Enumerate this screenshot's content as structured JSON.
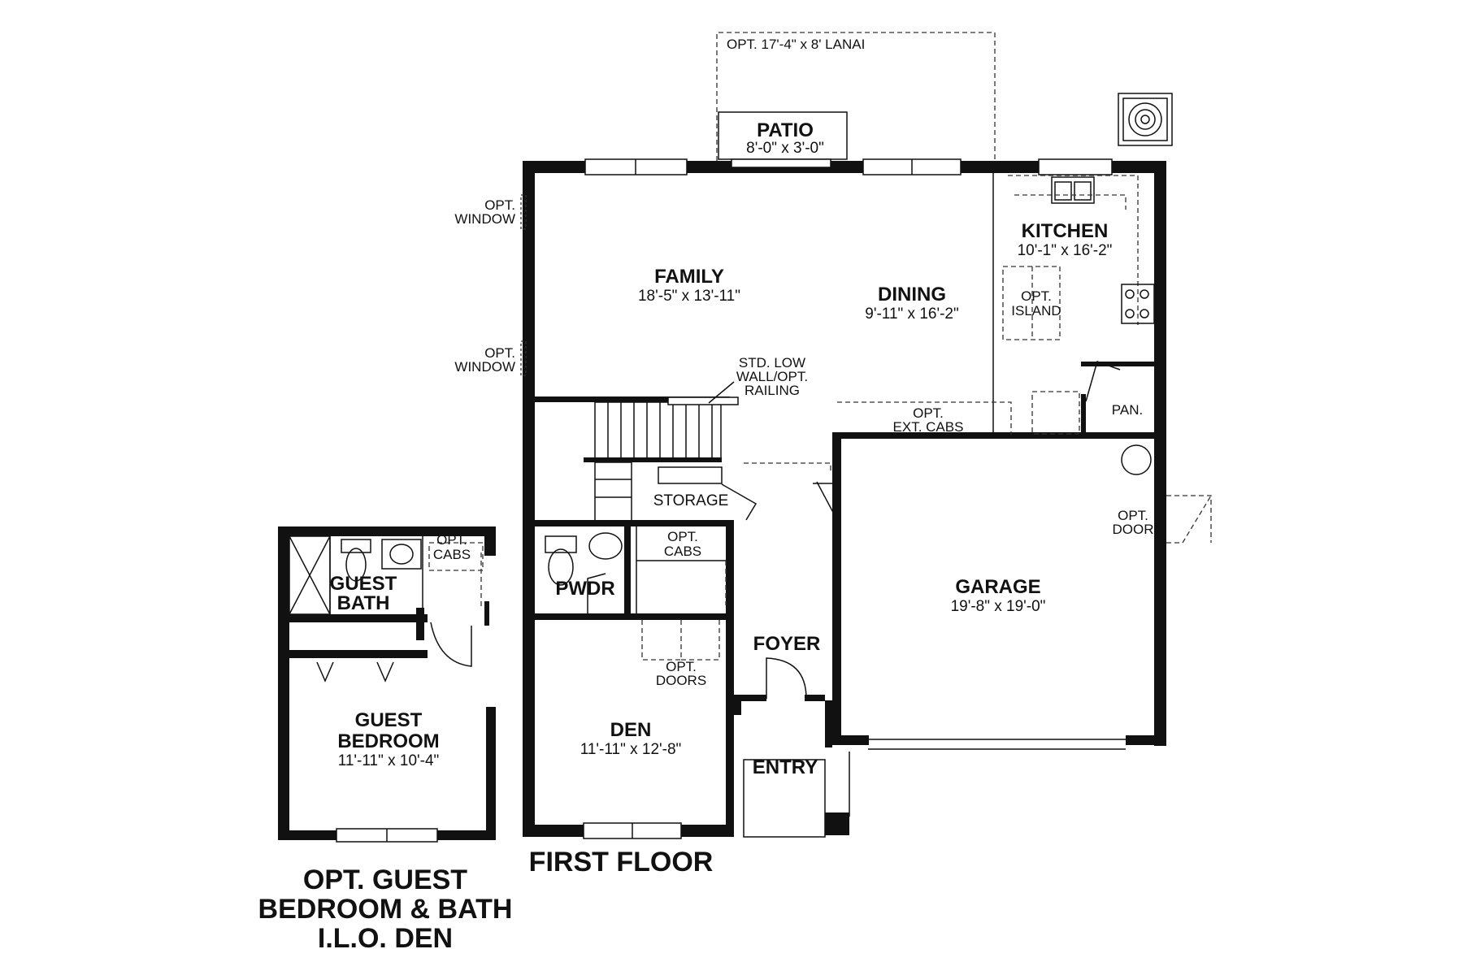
{
  "labels": {
    "lanai": "OPT. 17'-4\" x 8' LANAI",
    "patio_name": "PATIO",
    "patio_dim": "8'-0\" x 3'-0\"",
    "opt_window": "OPT.",
    "window": "WINDOW",
    "family_name": "FAMILY",
    "family_dim": "18'-5\" x 13'-11\"",
    "dining_name": "DINING",
    "dining_dim": "9'-11\" x 16'-2\"",
    "kitchen_name": "KITCHEN",
    "kitchen_dim": "10'-1\" x 16'-2\"",
    "opt_island_1": "OPT.",
    "opt_island_2": "ISLAND",
    "low_wall_1": "STD. LOW",
    "low_wall_2": "WALL/OPT.",
    "low_wall_3": "RAILING",
    "pan": "PAN.",
    "ext_cabs_1": "OPT.",
    "ext_cabs_2": "EXT. CABS",
    "storage": "STORAGE",
    "opt_cabs_1": "OPT.",
    "opt_cabs_2": "CABS",
    "pwdr": "PWDR",
    "opt_doors_1": "OPT.",
    "opt_doors_2": "DOORS",
    "den_name": "DEN",
    "den_dim": "11'-11\" x 12'-8\"",
    "foyer": "FOYER",
    "entry": "ENTRY",
    "garage_name": "GARAGE",
    "garage_dim": "19'-8\" x 19'-0\"",
    "opt_door_1": "OPT.",
    "opt_door_2": "DOOR",
    "first_floor": "FIRST FLOOR",
    "guest_bath_1": "GUEST",
    "guest_bath_2": "BATH",
    "guest_cabs_1": "OPT.",
    "guest_cabs_2": "CABS",
    "guest_bed_1": "GUEST",
    "guest_bed_2": "BEDROOM",
    "guest_bed_dim": "11'-11\" x 10'-4\"",
    "caption_1": "OPT. GUEST",
    "caption_2": "BEDROOM & BATH",
    "caption_3": "I.L.O. DEN"
  }
}
